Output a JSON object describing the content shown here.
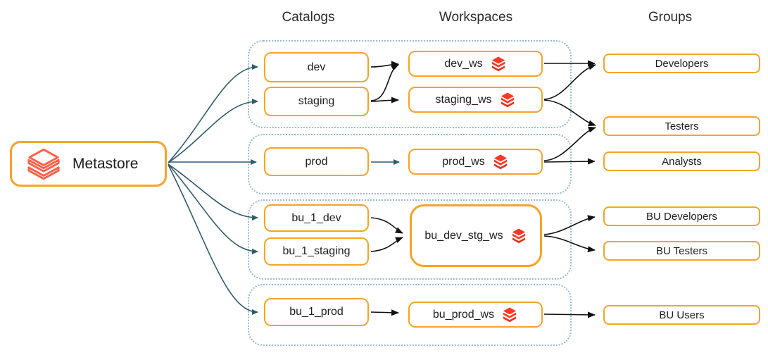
{
  "title": "Unity Catalog metastore to catalogs, workspaces and groups mapping diagram",
  "headers": [
    {
      "label": "Catalogs"
    },
    {
      "label": "Workspaces"
    },
    {
      "label": "Groups"
    }
  ],
  "metastore": {
    "label": "Metastore",
    "icon": "databricks-outline-icon"
  },
  "catalogs": [
    {
      "label": "dev"
    },
    {
      "label": "staging"
    },
    {
      "label": "prod"
    },
    {
      "label": "bu_1_dev"
    },
    {
      "label": "bu_1_staging"
    },
    {
      "label": "bu_1_prod"
    }
  ],
  "workspaces": [
    {
      "label": "dev_ws",
      "icon": "databricks-icon"
    },
    {
      "label": "staging_ws",
      "icon": "databricks-icon"
    },
    {
      "label": "prod_ws",
      "icon": "databricks-icon"
    },
    {
      "label": "bu_dev_stg_ws",
      "icon": "databricks-icon"
    },
    {
      "label": "bu_prod_ws",
      "icon": "databricks-icon"
    }
  ],
  "groups": [
    {
      "label": "Developers"
    },
    {
      "label": "Testers"
    },
    {
      "label": "Analysts"
    },
    {
      "label": "BU Developers"
    },
    {
      "label": "BU Testers"
    },
    {
      "label": "BU Users"
    }
  ],
  "edges": [
    {
      "from": "Metastore",
      "to": "dev"
    },
    {
      "from": "Metastore",
      "to": "staging"
    },
    {
      "from": "Metastore",
      "to": "prod"
    },
    {
      "from": "Metastore",
      "to": "bu_1_dev"
    },
    {
      "from": "Metastore",
      "to": "bu_1_staging"
    },
    {
      "from": "Metastore",
      "to": "bu_1_prod"
    },
    {
      "from": "dev",
      "to": "dev_ws"
    },
    {
      "from": "staging",
      "to": "dev_ws"
    },
    {
      "from": "staging",
      "to": "staging_ws"
    },
    {
      "from": "prod",
      "to": "prod_ws"
    },
    {
      "from": "bu_1_dev",
      "to": "bu_dev_stg_ws"
    },
    {
      "from": "bu_1_staging",
      "to": "bu_dev_stg_ws"
    },
    {
      "from": "bu_1_prod",
      "to": "bu_prod_ws"
    },
    {
      "from": "dev_ws",
      "to": "Developers"
    },
    {
      "from": "staging_ws",
      "to": "Developers"
    },
    {
      "from": "staging_ws",
      "to": "Testers"
    },
    {
      "from": "prod_ws",
      "to": "Testers"
    },
    {
      "from": "prod_ws",
      "to": "Analysts"
    },
    {
      "from": "bu_dev_stg_ws",
      "to": "BU Developers"
    },
    {
      "from": "bu_dev_stg_ws",
      "to": "BU Testers"
    },
    {
      "from": "bu_prod_ws",
      "to": "BU Users"
    }
  ],
  "colors": {
    "box_border_orange": "#F8A326",
    "databricks_red": "#FF3621",
    "databricks_red_dark": "#E8331C",
    "databricks_outline_red": "#FF5F46",
    "metastore_arrow_teal": "#2D5C6D",
    "arrow_black": "#1A1A1A",
    "group_dotted_blue": "#96BCCD",
    "text": "#1D1D1D"
  }
}
